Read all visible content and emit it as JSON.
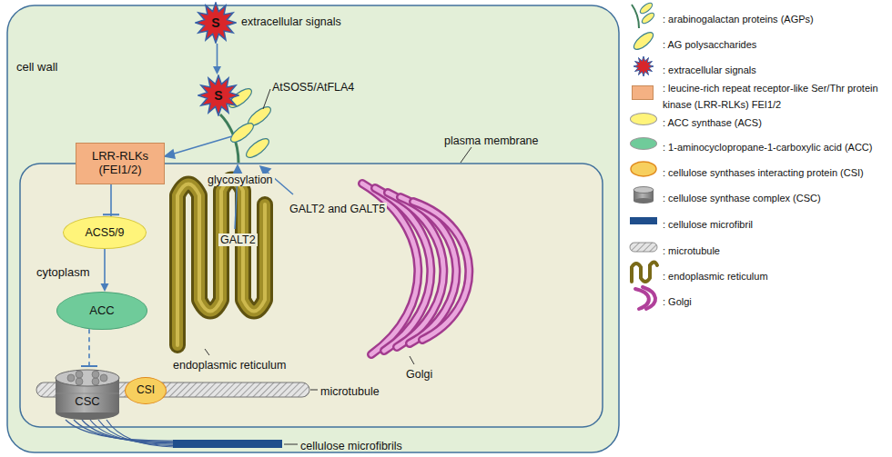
{
  "diagram": {
    "nodes": [
      {
        "text": [
          "cell wall"
        ]
      },
      {
        "text": [
          "S"
        ],
        "in": 0
      },
      {
        "text": [
          "S"
        ],
        "in": 0
      },
      {
        "text": [
          "LRR-RLKs (FEI1/2)"
        ],
        "in": 0
      },
      {
        "text": [
          "cytoplasm"
        ],
        "in": 0
      },
      {
        "text": [
          "ACS5/9"
        ],
        "in": 4
      },
      {
        "text": [
          "ACC"
        ],
        "in": 4
      },
      {
        "text": [
          "CSC"
        ],
        "in": 4
      },
      {
        "text": [
          "CSI"
        ],
        "in": 4
      }
    ],
    "edges": [
      {
        "from": 1,
        "to": 2,
        "arrow": "to"
      },
      {
        "from": 3,
        "to": 5,
        "arrow": "to"
      },
      {
        "from": 5,
        "to": 6,
        "arrow": "to"
      },
      {
        "from": 6,
        "to": 7,
        "arrow": "to"
      }
    ],
    "labels": [
      "extracellular signals",
      "AtSOS5/AtFLA4",
      "plasma membrane",
      "glycosylation",
      "GALT2",
      "GALT2 and GALT5",
      "endoplasmic reticulum",
      "Golgi",
      "microtubule",
      "cellulose microfibrils"
    ],
    "legend": [
      {
        "text": ": arabinogalactan proteins (AGPs)"
      },
      {
        "text": ": AG polysaccharides"
      },
      {
        "text": ": extracellular signals"
      },
      {
        "text": ": leucine-rich repeat receptor-like Ser/Thr protein kinase (LRR-RLKs) FEI1/2",
        "color": "#f4b183"
      },
      {
        "text": ": ACC synthase (ACS)",
        "color": "#fff47a"
      },
      {
        "text": ": 1-aminocyclopropane-1-carboxylic acid (ACC)",
        "color": "#6fcb9a"
      },
      {
        "text": ": cellulose synthases interacting protein (CSI)"
      },
      {
        "text": ": cellulose synthase complex (CSC)"
      },
      {
        "text": ": cellulose microfibril"
      },
      {
        "text": ": microtubule"
      },
      {
        "text": ": endoplasmic reticulum"
      },
      {
        "text": ": Golgi"
      }
    ]
  }
}
